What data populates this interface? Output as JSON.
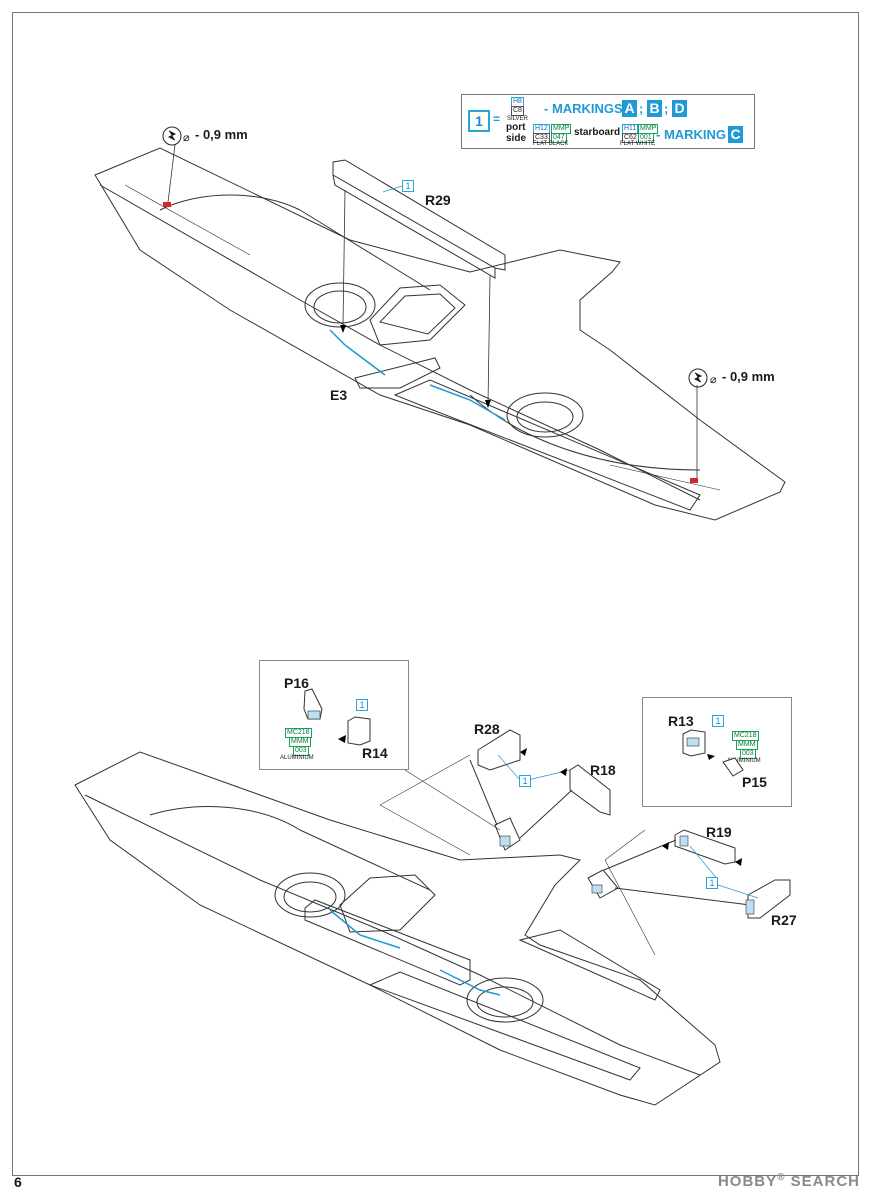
{
  "page_number": "6",
  "watermark": {
    "brand": "HOBBY",
    "reg": "®",
    "rest": "SEARCH"
  },
  "colors": {
    "accent": "#1f9ad6",
    "green": "#17a35a",
    "red": "#d0262f",
    "line": "#333333"
  },
  "legend": {
    "number": "1",
    "equals": "=",
    "silver_codes": [
      "H8",
      "C8"
    ],
    "silver_name": "SILVER",
    "markings_prefix": "- MARKINGS",
    "markings_letters": [
      "A",
      "B",
      "D"
    ],
    "separator": ";",
    "port_line1": "port",
    "port_line2": "side",
    "black_codes": [
      "H12",
      "C33",
      "MMP",
      "047"
    ],
    "black_name": "FLAT BLACK",
    "starboard": "starboard",
    "white_codes": [
      "H11",
      "C62",
      "MMP",
      "001"
    ],
    "white_name": "FLAT WHITE",
    "marking_prefix": "- MARKING",
    "marking_letter": "C"
  },
  "top": {
    "drill_left": "- 0,9 mm",
    "drill_right": "- 0,9 mm",
    "diameter_symbol": "⌀",
    "parts": {
      "r29": "R29",
      "e3": "E3"
    },
    "color_ref": "1"
  },
  "bottom": {
    "inset_left": {
      "p16": "P16",
      "r14": "R14",
      "ref": "1",
      "codes": [
        "MC218",
        "MMM",
        "003"
      ],
      "name": "ALUMINIUM"
    },
    "inset_right": {
      "r13": "R13",
      "p15": "P15",
      "ref": "1",
      "codes": [
        "MC218",
        "MMM",
        "003"
      ],
      "name": "ALUMINIUM"
    },
    "parts": {
      "r28": "R28",
      "r18": "R18",
      "r19": "R19",
      "r27": "R27"
    },
    "refs": [
      "1",
      "1"
    ]
  }
}
